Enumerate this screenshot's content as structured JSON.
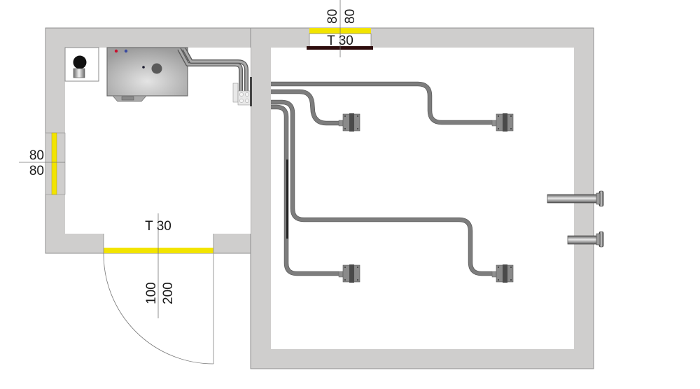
{
  "plan": {
    "colors": {
      "wall": "#cfcecd",
      "wall_edge": "#8f8f8f",
      "floor": "#ffffff",
      "door_leaf": "#f2e400",
      "threshold": "#2e0d0d",
      "pipe": "#7d7d7d",
      "pipe_edge": "#5a5a5a",
      "radiator_body": "#8a8a8a",
      "radiator_band": "#4a4a4a",
      "boiler": "#b7b7b7",
      "chimney": "#111111",
      "hot_dot": "#c8102e",
      "cold_dot": "#3a4aa0",
      "dim_line": "#777777"
    },
    "doors": {
      "top_door": {
        "width_label": "80",
        "height_label": "80",
        "rating_label": "T 30"
      },
      "left_door": {
        "width_label": "80",
        "height_label": "80"
      },
      "bottom_door": {
        "rating_label": "T 30",
        "width_label": "100",
        "height_label": "200"
      }
    },
    "equipment": {
      "boiler": {
        "name": "boiler",
        "icon": "boiler-icon"
      },
      "flue": {
        "name": "flue",
        "icon": "chimney-icon"
      },
      "manifold": {
        "name": "manifold",
        "icon": "manifold-icon"
      },
      "radiators": [
        {
          "name": "radiator-1",
          "icon": "radiator-icon"
        },
        {
          "name": "radiator-2",
          "icon": "radiator-icon"
        },
        {
          "name": "radiator-3",
          "icon": "radiator-icon"
        },
        {
          "name": "radiator-4",
          "icon": "radiator-icon"
        }
      ],
      "wall_pipes": [
        {
          "name": "wall-pipe-upper",
          "icon": "pipe-flange-icon"
        },
        {
          "name": "wall-pipe-lower",
          "icon": "pipe-flange-icon"
        }
      ]
    }
  }
}
